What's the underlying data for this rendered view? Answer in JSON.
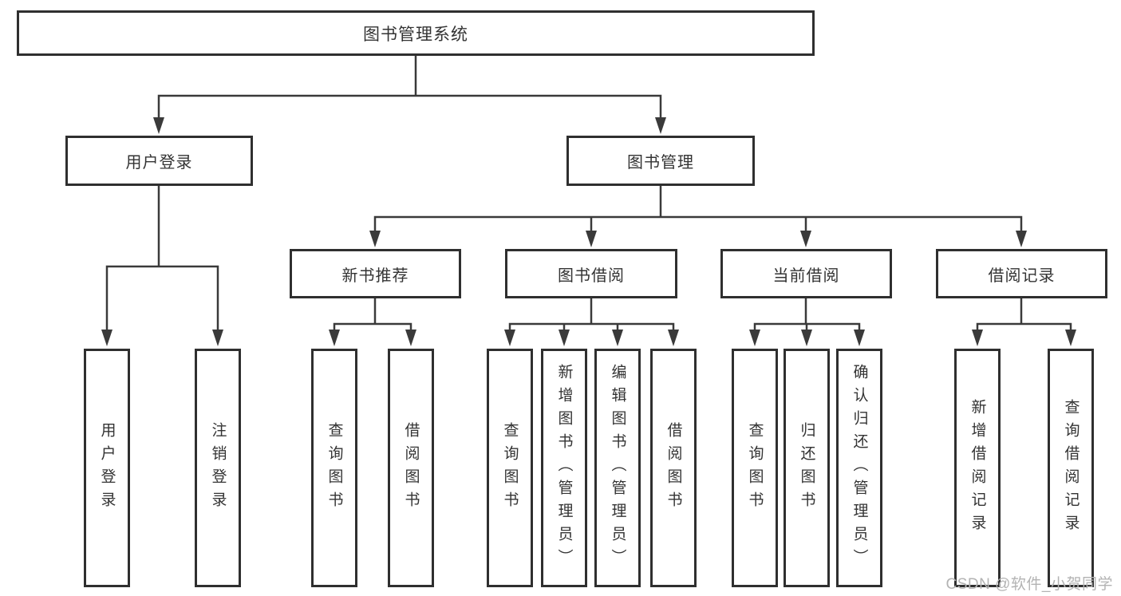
{
  "colors": {
    "bg": "#ffffff",
    "line": "#3a3a3a",
    "box-border": "#2f2f2f",
    "text": "#333333",
    "watermark": "#b3b3b3"
  },
  "tree": {
    "label": "图书管理系统",
    "children": [
      {
        "label": "用户登录",
        "children": [
          {
            "label": "用户登录"
          },
          {
            "label": "注销登录"
          }
        ]
      },
      {
        "label": "图书管理",
        "children": [
          {
            "label": "新书推荐",
            "children": [
              {
                "label": "查询图书"
              },
              {
                "label": "借阅图书"
              }
            ]
          },
          {
            "label": "图书借阅",
            "children": [
              {
                "label": "查询图书"
              },
              {
                "label": "新增图书（管理员）"
              },
              {
                "label": "编辑图书（管理员）"
              },
              {
                "label": "借阅图书"
              }
            ]
          },
          {
            "label": "当前借阅",
            "children": [
              {
                "label": "查询图书"
              },
              {
                "label": "归还图书"
              },
              {
                "label": "确认归还（管理员）"
              }
            ]
          },
          {
            "label": "借阅记录",
            "children": [
              {
                "label": "新增借阅记录"
              },
              {
                "label": "查询借阅记录"
              }
            ]
          }
        ]
      }
    ]
  },
  "watermark": "CSDN @软件_小贺同学"
}
